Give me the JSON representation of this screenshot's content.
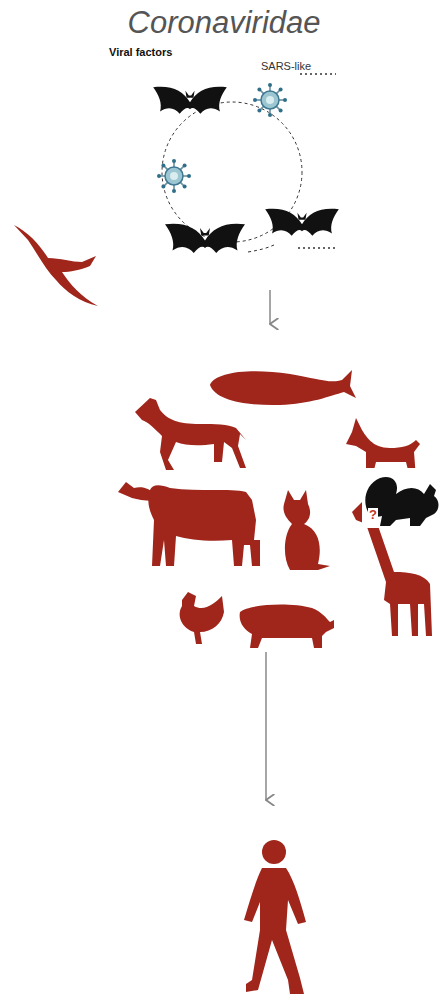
{
  "diagram": {
    "title": "Coronaviridae",
    "labels": [
      "Viral factors",
      "SARS-like",
      "?"
    ]
  }
}
